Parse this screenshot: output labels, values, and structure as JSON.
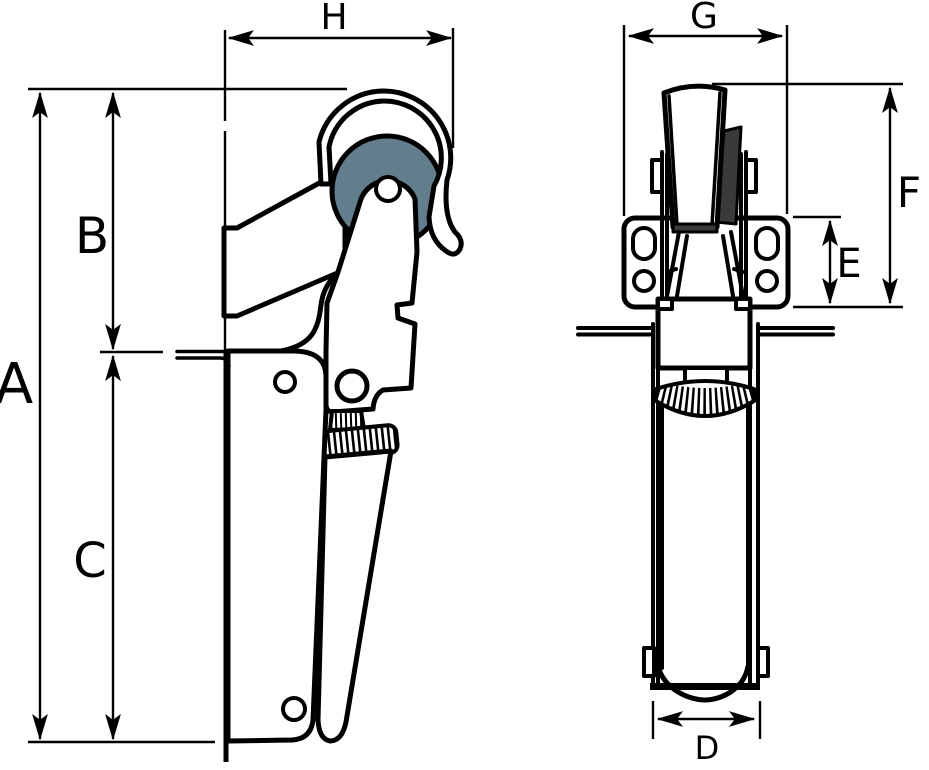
{
  "diagram": {
    "type": "technical-drawing-two-views",
    "labels": {
      "a": "A",
      "b": "B",
      "c": "C",
      "d": "D",
      "e": "E",
      "f": "F",
      "g": "G",
      "h": "H"
    },
    "colors": {
      "line": "#000000",
      "background": "#ffffff",
      "roller": "#627d8c",
      "dark_part": "#3a3a3c"
    }
  }
}
